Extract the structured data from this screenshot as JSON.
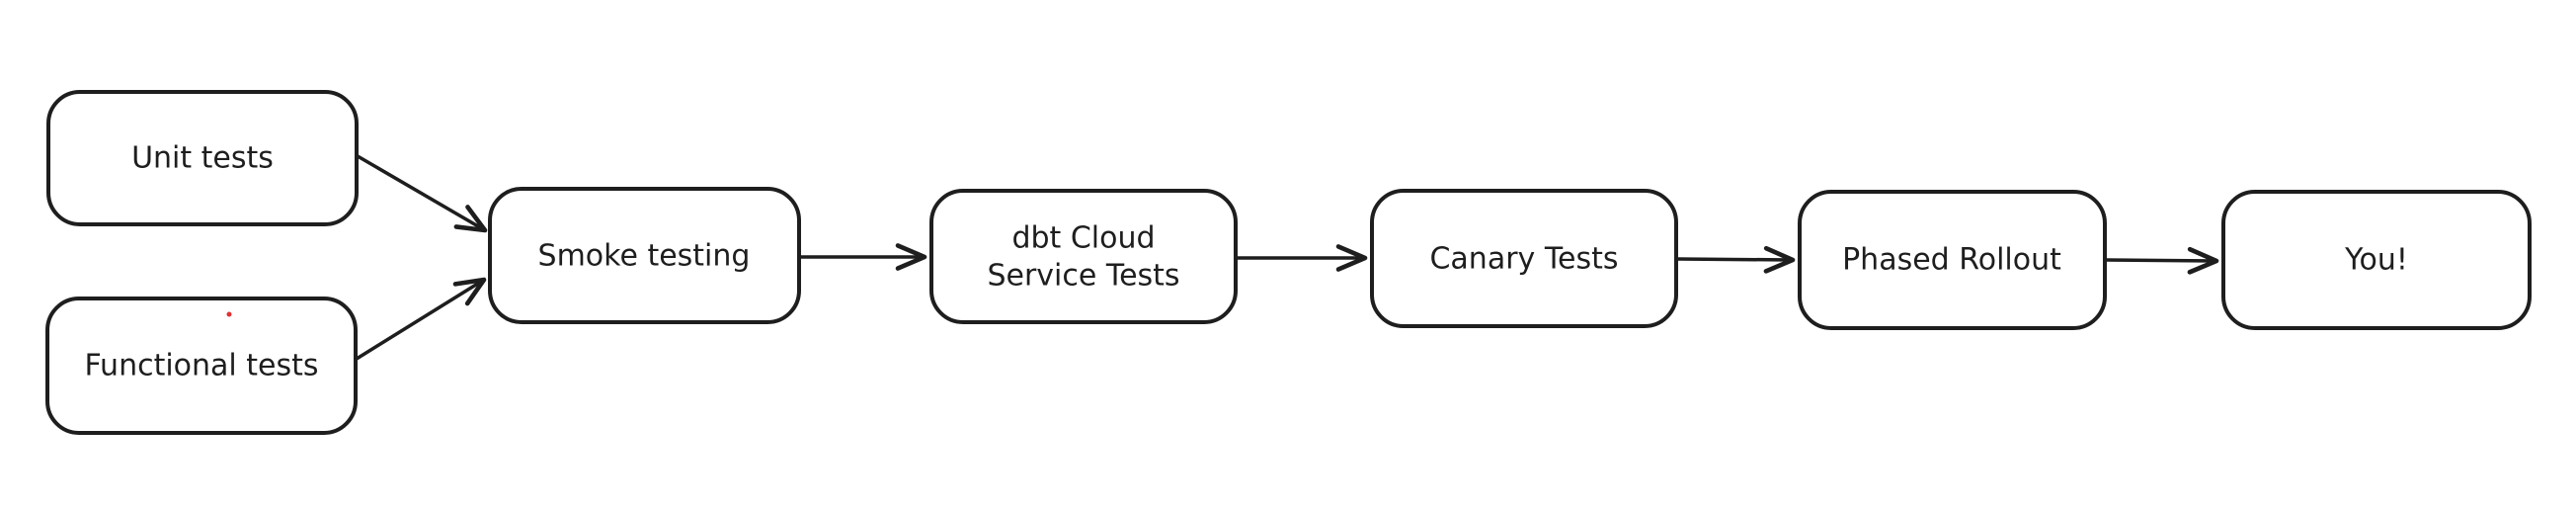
{
  "diagram": {
    "title": "Release testing pipeline flowchart",
    "background": "#ffffff",
    "stroke_color": "#1e1e1e",
    "text_color": "#1e1e1e",
    "artifact_dot_color": "#e03131",
    "nodes": [
      {
        "id": "unit-tests",
        "label": "Unit tests",
        "lines": [
          "Unit tests"
        ]
      },
      {
        "id": "functional-tests",
        "label": "Functional tests",
        "lines": [
          "Functional tests"
        ]
      },
      {
        "id": "smoke-testing",
        "label": "Smoke testing",
        "lines": [
          "Smoke testing"
        ]
      },
      {
        "id": "dbt-cloud-service-tests",
        "label": "dbt Cloud Service Tests",
        "lines": [
          "dbt Cloud",
          "Service Tests"
        ]
      },
      {
        "id": "canary-tests",
        "label": "Canary Tests",
        "lines": [
          "Canary Tests"
        ]
      },
      {
        "id": "phased-rollout",
        "label": "Phased Rollout",
        "lines": [
          "Phased Rollout"
        ]
      },
      {
        "id": "you",
        "label": "You!",
        "lines": [
          "You!"
        ]
      }
    ],
    "edges": [
      {
        "from": "unit-tests",
        "to": "smoke-testing"
      },
      {
        "from": "functional-tests",
        "to": "smoke-testing"
      },
      {
        "from": "smoke-testing",
        "to": "dbt-cloud-service-tests"
      },
      {
        "from": "dbt-cloud-service-tests",
        "to": "canary-tests"
      },
      {
        "from": "canary-tests",
        "to": "phased-rollout"
      },
      {
        "from": "phased-rollout",
        "to": "you"
      }
    ]
  }
}
